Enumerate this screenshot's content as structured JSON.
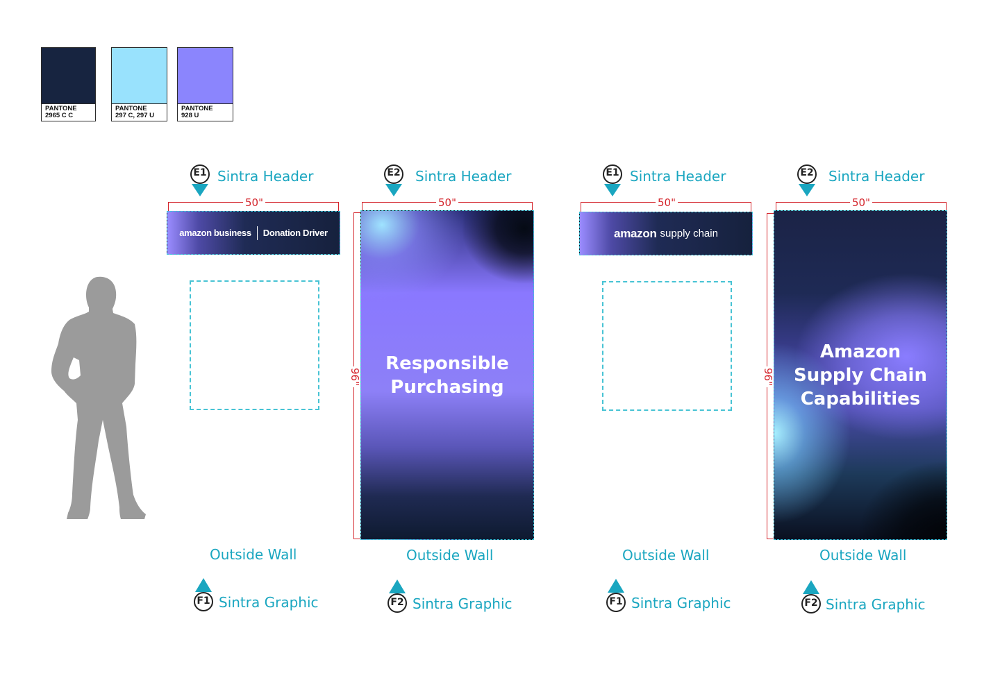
{
  "swatches": [
    {
      "color": "#172440",
      "line1": "PANTONE",
      "line2": "2965 C C"
    },
    {
      "color": "#99e2fd",
      "line1": "PANTONE",
      "line2": "297 C, 297 U"
    },
    {
      "color": "#8b85fd",
      "line1": "PANTONE",
      "line2": "928 U"
    }
  ],
  "units": [
    {
      "header": {
        "tag": "E1",
        "label": "Sintra Header",
        "width": "50\"",
        "brand": "amazon",
        "brand_sub": "business",
        "title": "Donation Driver"
      },
      "wall": "Outside Wall",
      "graphic": {
        "tag": "F1",
        "label": "Sintra Graphic"
      }
    },
    {
      "header": {
        "tag": "E2",
        "label": "Sintra Header",
        "width": "50\"",
        "height": "96\"",
        "title_line1": "Responsible",
        "title_line2": "Purchasing"
      },
      "wall": "Outside Wall",
      "graphic": {
        "tag": "F2",
        "label": "Sintra Graphic"
      }
    },
    {
      "header": {
        "tag": "E1",
        "label": "Sintra Header",
        "width": "50\"",
        "brand": "amazon",
        "brand_sub": "supply chain"
      },
      "wall": "Outside Wall",
      "graphic": {
        "tag": "F1",
        "label": "Sintra Graphic"
      }
    },
    {
      "header": {
        "tag": "E2",
        "label": "Sintra Header",
        "width": "50\"",
        "height": "96\"",
        "title_line1": "Amazon",
        "title_line2": "Supply Chain",
        "title_line3": "Capabilities"
      },
      "wall": "Outside Wall",
      "graphic": {
        "tag": "F2",
        "label": "Sintra Graphic"
      }
    }
  ],
  "colors": {
    "callout": "#1aa6c0",
    "dimension": "#d4242b",
    "silhouette": "#9b9b9b"
  }
}
